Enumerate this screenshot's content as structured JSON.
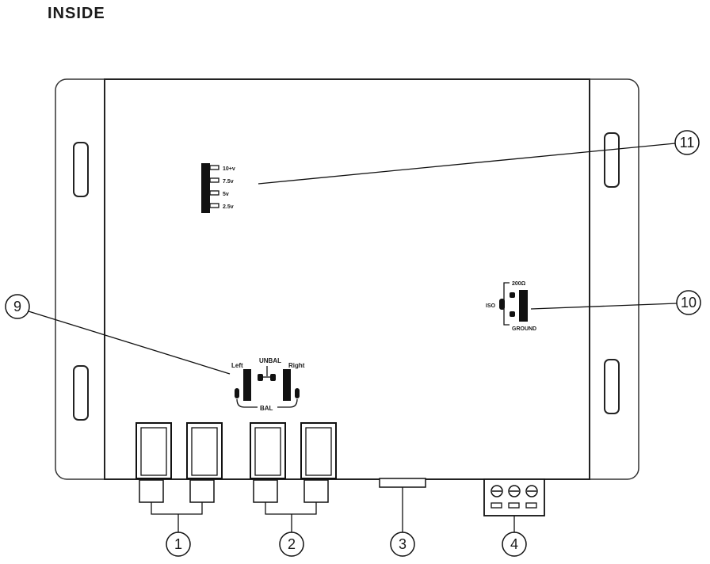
{
  "title": "INSIDE",
  "voltage_switch": {
    "options": [
      "10+v",
      "7.5v",
      "5v",
      "2.5v"
    ]
  },
  "ground_switch": {
    "top_label": "200Ω",
    "side_label": "ISO",
    "bottom_label": "GROUND"
  },
  "bal_switch": {
    "left_label": "Left",
    "center_label": "UNBAL",
    "right_label": "Right",
    "bottom_label": "BAL"
  },
  "callouts": {
    "c1": "1",
    "c2": "2",
    "c3": "3",
    "c4": "4",
    "c9": "9",
    "c10": "10",
    "c11": "11"
  }
}
